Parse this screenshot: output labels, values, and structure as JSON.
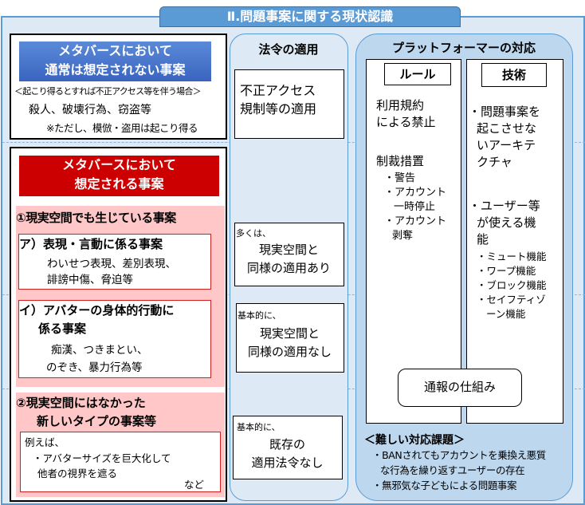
{
  "title": "Ⅱ.問題事案に関する現状認識",
  "unexpected": {
    "heading": [
      "メタバースにおいて",
      "通常は想定されない事案"
    ],
    "note": "＜起こり得るとすれば不正アクセス等を伴う場合＞",
    "examples": "殺人、破壊行為、窃盗等",
    "caveat": "※ただし、模倣・盗用は起こり得る"
  },
  "expected": {
    "heading": [
      "メタバースにおいて",
      "想定される事案"
    ],
    "cat1": "①現実空間でも生じている事案",
    "a": {
      "title": "ア）表現・言動に係る事案",
      "lines": [
        "わいせつ表現、差別表現、",
        "誹謗中傷、脅迫等"
      ]
    },
    "i": {
      "title": [
        "イ）アバターの身体的行動に",
        "係る事案"
      ],
      "lines": [
        "痴漢、つきまとい、",
        "のぞき、暴力行為等"
      ]
    },
    "cat2": [
      "②現実空間にはなかった",
      "新しいタイプの事案等"
    ],
    "ex": {
      "lead": "例えば、",
      "lines": [
        "・アバターサイズを巨大化して",
        "他者の視界を遮る"
      ],
      "etc": "など"
    }
  },
  "law": {
    "title": "法令の適用",
    "box1": [
      "不正アクセス",
      "規制等の適用"
    ],
    "box2": {
      "lead": "多くは、",
      "lines": [
        "現実空間と",
        "同様の適用あり"
      ]
    },
    "box3": {
      "lead": "基本的に、",
      "lines": [
        "現実空間と",
        "同様の適用なし"
      ]
    },
    "box4": {
      "lead": "基本的に、",
      "lines": [
        "既存の",
        "適用法令なし"
      ]
    }
  },
  "platform": {
    "title": "プラットフォーマーの対応",
    "rule": {
      "label": "ルール",
      "lines": [
        "利用規約",
        "による禁止"
      ],
      "sanction": "制裁措置",
      "items": [
        "・警告",
        "・アカウント",
        "一時停止",
        "・アカウント",
        "剥奪"
      ]
    },
    "tech": {
      "label": "技術",
      "lines": [
        "・問題事案を",
        "起こさせな",
        "いアーキテ",
        "クチャ"
      ],
      "lines2": [
        "・ユーザー等",
        "が使える機",
        "能"
      ],
      "items": [
        "・ミュート機能",
        "・ワープ機能",
        "・ブロック機能",
        "・セイフティゾ",
        "ーン機能"
      ]
    },
    "report": "通報の仕組み",
    "challenge": {
      "title": "＜難しい対応課題＞",
      "lines": [
        "・BANされてもアカウントを乗換え悪質",
        "な行為を繰り返すユーザーの存在",
        "・無邪気な子どもによる問題事案"
      ]
    }
  }
}
